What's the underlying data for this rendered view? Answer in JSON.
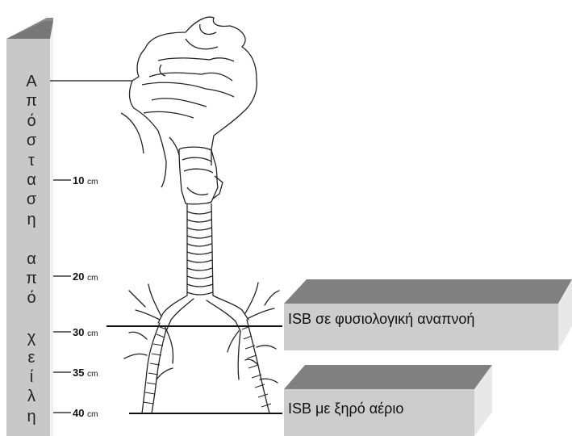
{
  "ruler": {
    "letters": [
      "Α",
      "π",
      "ό",
      "σ",
      "τ",
      "α",
      "σ",
      "η",
      "",
      "α",
      "π",
      "ό",
      "",
      "χ",
      "ε",
      "ί",
      "λ",
      "η"
    ]
  },
  "ticks": [
    {
      "value": "10",
      "unit": "cm"
    },
    {
      "value": "20",
      "unit": "cm"
    },
    {
      "value": "30",
      "unit": "cm"
    },
    {
      "value": "35",
      "unit": "cm"
    },
    {
      "value": "40",
      "unit": "cm"
    }
  ],
  "boxes": {
    "physiological": "ISB σε φυσιολογική αναπνοή",
    "dry_gas": "ISB με ξηρό αέριο"
  },
  "colors": {
    "ruler_face": "#c8c8c8",
    "ruler_top": "#8a8a8a",
    "ruler_side": "#f0f0f0",
    "box_face": "#cdcdcd",
    "box_top": "#808080",
    "box_side": "#e8e8e8",
    "line": "#111111"
  }
}
